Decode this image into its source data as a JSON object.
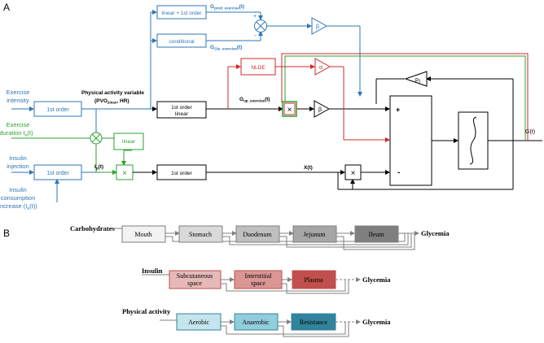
{
  "panel_a": {
    "label": "A",
    "inputs": {
      "exercise_intensity": [
        "Exercise",
        "intensity"
      ],
      "exercise_duration": [
        "Exercise",
        "duration t",
        "e",
        "(t)"
      ],
      "insulin_injection": [
        "Insulin",
        "injection"
      ],
      "insulin_consumption": [
        "Insulin",
        "consumption",
        "increase (I",
        "e",
        "(t))"
      ]
    },
    "blocks": {
      "first_order": "1st order",
      "linear_first_order": "linear + 1st order",
      "conditional": "conditional",
      "nlde": "NLDE",
      "first_order_linear": [
        "1st order",
        "linear"
      ],
      "linear": "linear",
      "first_order_x": "1st order"
    },
    "signals": {
      "pav_title": "Physical activity variable",
      "pav_expr": [
        "(PVO",
        "2max",
        ", HR)"
      ],
      "g_prod": [
        "G",
        "prod_exercise",
        "(t)"
      ],
      "g_gly": [
        "G",
        "Gly_exercise",
        "(t)"
      ],
      "g_up": [
        "G",
        "up_exercise",
        "(t)"
      ],
      "ip": [
        "I",
        "p",
        "(t)"
      ],
      "xt": "X(t)",
      "gt": "G(t)"
    },
    "operators": {
      "times": "×",
      "beta": "β",
      "alpha": "α",
      "p1": [
        "p",
        "1"
      ],
      "plus": "+",
      "minus": "-",
      "sum_plus": "+",
      "sum_minus": "-"
    },
    "colors": {
      "blue": "#2e75b6",
      "green": "#2ca02c",
      "red": "#d62728",
      "black": "#000000"
    }
  },
  "panel_b": {
    "label": "B",
    "carbohydrates": {
      "title": "Carbohydrates",
      "stages": [
        "Mouth",
        "Stomach",
        "Duodenum",
        "Jejunum",
        "Ileum"
      ],
      "output": "Glycemia",
      "colors": [
        "#f2f2f2",
        "#d9d9d9",
        "#bfbfbf",
        "#a6a6a6",
        "#7f7f7f"
      ]
    },
    "insulin": {
      "title": "Insulin",
      "stages": [
        [
          "Subcutaneous",
          "space"
        ],
        [
          "Interstitial",
          "space"
        ],
        [
          "Plasma"
        ]
      ],
      "output": "Glycemia",
      "colors": [
        "#e6b9b8",
        "#d99694",
        "#c0504d"
      ]
    },
    "physical_activity": {
      "title": "Physical activity",
      "stages": [
        "Aerobic",
        "Anaerobic",
        "Resistance"
      ],
      "output": "Glycemia",
      "colors": [
        "#c5e4ed",
        "#92cddc",
        "#31849b"
      ]
    }
  }
}
